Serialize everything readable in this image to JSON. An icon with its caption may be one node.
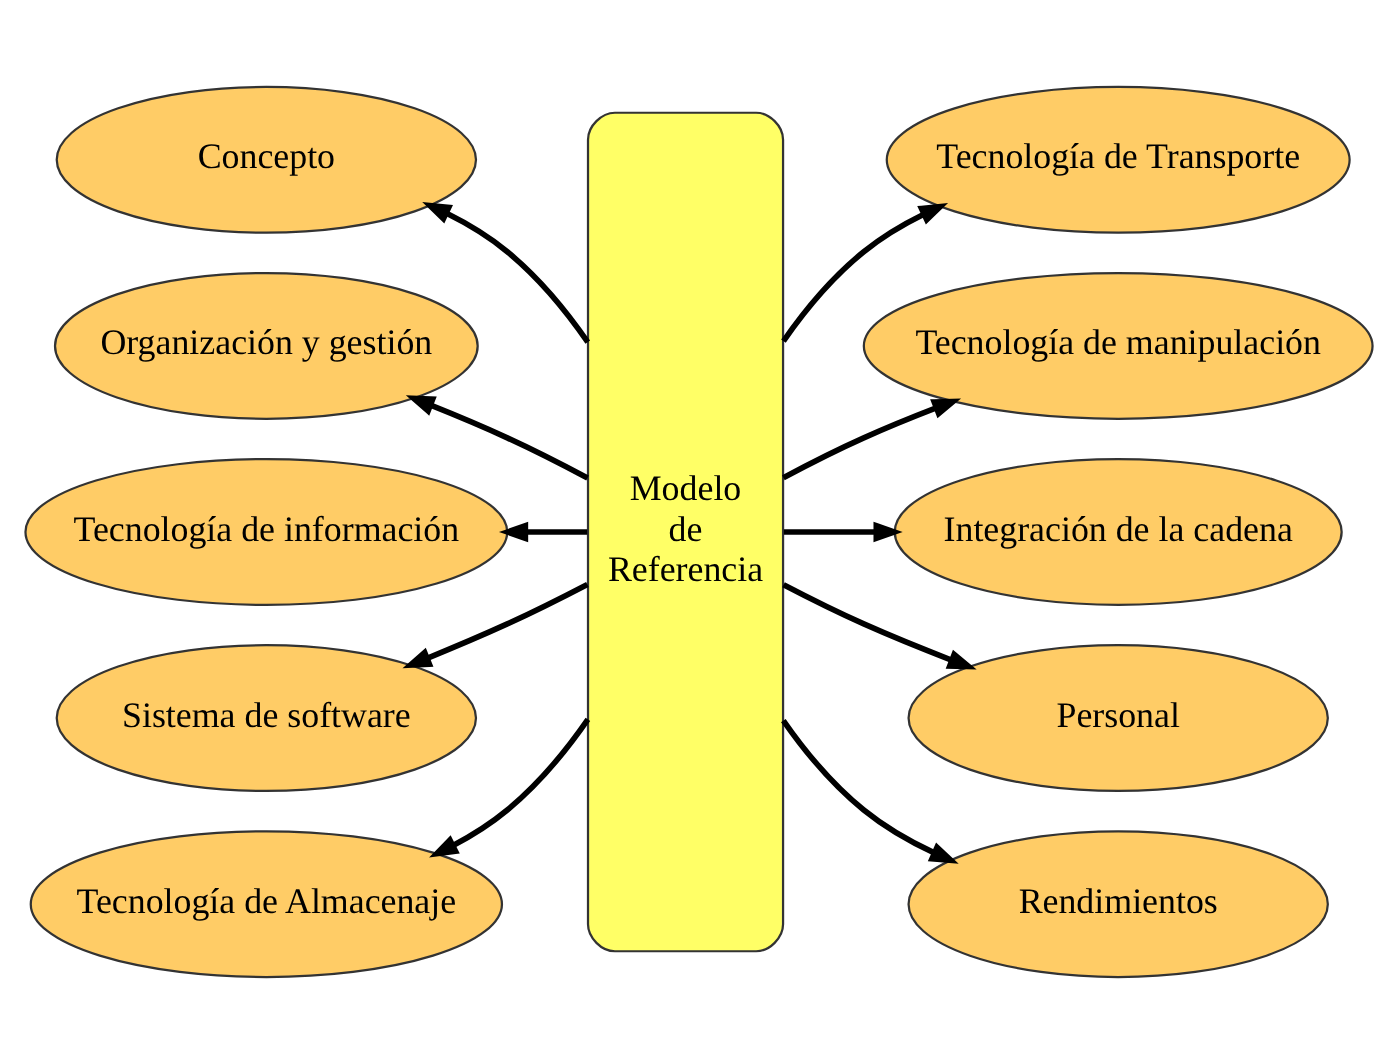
{
  "diagram": {
    "nodes": [
      {
        "text": [
          "Modelo de Referencia"
        ]
      },
      {
        "text": [
          "Concepto"
        ]
      },
      {
        "text": [
          "Organización y gestión"
        ]
      },
      {
        "text": [
          "Tecnología de información"
        ]
      },
      {
        "text": [
          "Sistema de software"
        ]
      },
      {
        "text": [
          "Tecnología de Almacenaje"
        ]
      },
      {
        "text": [
          "Tecnología de Transporte"
        ]
      },
      {
        "text": [
          "Tecnología de manipulación"
        ]
      },
      {
        "text": [
          "Integración de la cadena"
        ]
      },
      {
        "text": [
          "Personal"
        ]
      },
      {
        "text": [
          "Rendimientos"
        ]
      }
    ],
    "edges": [
      {
        "from": 0,
        "to": 1,
        "arrow": "to"
      },
      {
        "from": 0,
        "to": 2,
        "arrow": "to"
      },
      {
        "from": 0,
        "to": 3,
        "arrow": "to"
      },
      {
        "from": 0,
        "to": 4,
        "arrow": "to"
      },
      {
        "from": 0,
        "to": 5,
        "arrow": "to"
      },
      {
        "from": 0,
        "to": 6,
        "arrow": "to"
      },
      {
        "from": 0,
        "to": 7,
        "arrow": "to"
      },
      {
        "from": 0,
        "to": 8,
        "arrow": "to"
      },
      {
        "from": 0,
        "to": 9,
        "arrow": "to"
      },
      {
        "from": 0,
        "to": 10,
        "arrow": "to"
      }
    ]
  }
}
